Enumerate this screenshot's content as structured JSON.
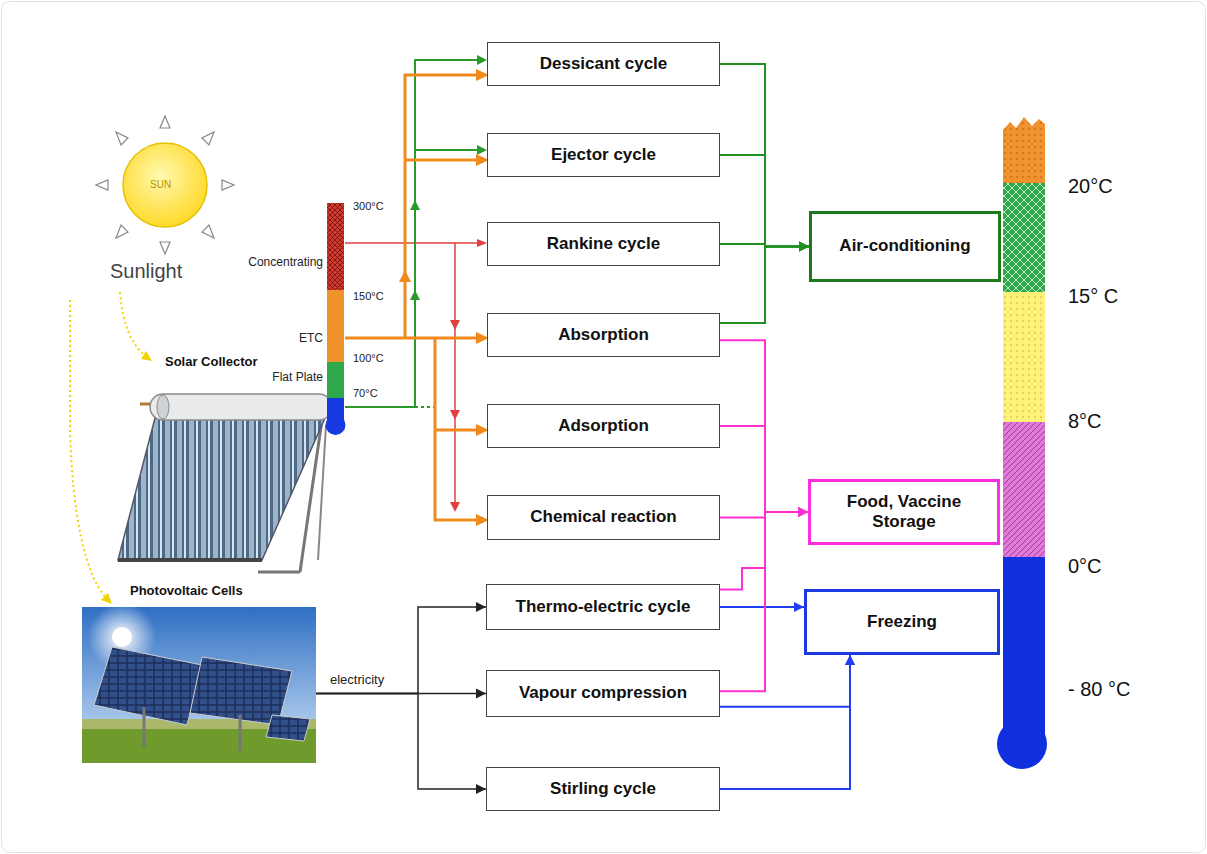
{
  "diagram": {
    "nodes": [
      {
        "text": [
          "Dessicant cycle"
        ]
      },
      {
        "text": [
          "Ejector cycle"
        ]
      },
      {
        "text": [
          "Rankine cycle"
        ]
      },
      {
        "text": [
          "Absorption"
        ]
      },
      {
        "text": [
          "Adsorption"
        ]
      },
      {
        "text": [
          "Chemical reaction"
        ]
      },
      {
        "text": [
          "Thermo-electric cycle"
        ]
      },
      {
        "text": [
          "Vapour compression"
        ]
      },
      {
        "text": [
          "Stirling cycle"
        ]
      },
      {
        "text": [
          "Air-conditioning"
        ]
      },
      {
        "text": [
          "Food, Vaccine Storage"
        ]
      },
      {
        "text": [
          "Freezing"
        ]
      },
      {
        "text": [
          "Photovoltaic Cells"
        ]
      }
    ],
    "edges": [
      {
        "from": 0,
        "to": 9,
        "arrow": "to"
      },
      {
        "from": 1,
        "to": 9,
        "arrow": "to"
      },
      {
        "from": 2,
        "to": 9,
        "arrow": "to"
      },
      {
        "from": 3,
        "to": 9,
        "arrow": "to"
      },
      {
        "from": 3,
        "to": 10,
        "arrow": "to"
      },
      {
        "from": 4,
        "to": 10,
        "arrow": "to"
      },
      {
        "from": 5,
        "to": 10,
        "arrow": "to"
      },
      {
        "from": 6,
        "to": 10,
        "arrow": "to"
      },
      {
        "from": 6,
        "to": 11,
        "arrow": "to"
      },
      {
        "from": 7,
        "to": 10,
        "arrow": "to"
      },
      {
        "from": 7,
        "to": 11,
        "arrow": "to"
      },
      {
        "from": 8,
        "to": 11,
        "arrow": "to"
      },
      {
        "from": 12,
        "to": 6,
        "arrow": "to"
      },
      {
        "from": 12,
        "to": 7,
        "arrow": "to",
        "label": "electricity"
      },
      {
        "from": 12,
        "to": 8,
        "arrow": "to"
      }
    ],
    "labels": [
      "SUN",
      "Sunlight",
      "Solar Collector",
      "300°C",
      "Concentrating",
      "150°C",
      "ETC",
      "100°C",
      "Flat Plate",
      "70°C",
      "20°C",
      "15° C",
      "8°C",
      "0°C",
      "- 80 °C"
    ]
  }
}
